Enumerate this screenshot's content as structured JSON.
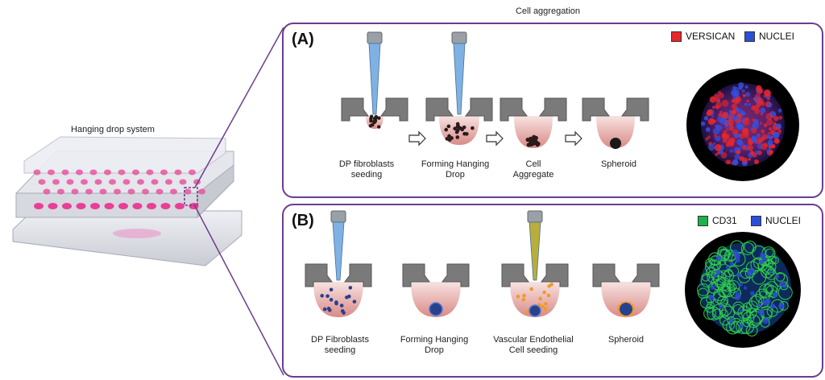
{
  "header": {
    "cell_aggregation": "Cell aggregation"
  },
  "left": {
    "title": "Hanging drop system"
  },
  "panel_a": {
    "label": "(A)",
    "legend": [
      {
        "text": "VERSICAN",
        "color": "#e8262a"
      },
      {
        "text": "NUCLEI",
        "color": "#2b4fd8"
      }
    ],
    "steps": [
      {
        "line1": "DP fibroblasts",
        "line2": "seeding"
      },
      {
        "line1": "Forming Hanging",
        "line2": "Drop"
      },
      {
        "line1": "Cell",
        "line2": "Aggregate"
      },
      {
        "line1": "Spheroid",
        "line2": ""
      }
    ]
  },
  "panel_b": {
    "label": "(B)",
    "legend": [
      {
        "text": "CD31",
        "color": "#1db24b"
      },
      {
        "text": "NUCLEI",
        "color": "#2b4fd8"
      }
    ],
    "steps": [
      {
        "line1": "DP Fibroblasts",
        "line2": "seeding"
      },
      {
        "line1": "Forming Hanging",
        "line2": "Drop"
      },
      {
        "line1": "Vascular Endothelial",
        "line2": "Cell seeding"
      },
      {
        "line1": "Spheroid",
        "line2": ""
      }
    ]
  },
  "colors": {
    "frame": "#6b3d8f",
    "well": "#7a7a7a",
    "drop": "#e7a8a3",
    "pipette_blue": "#7fb2e3",
    "pipette_yellow": "#b8ae3c"
  }
}
